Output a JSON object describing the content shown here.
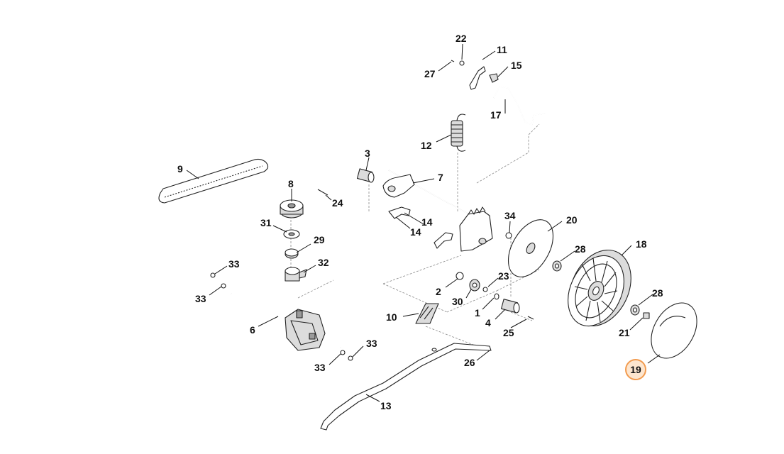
{
  "diagram": {
    "highlighted_part": "19",
    "highlight_color": "#f29b4f",
    "highlight_fill": "#fde6cf",
    "parts": [
      {
        "number": "1"
      },
      {
        "number": "2"
      },
      {
        "number": "3"
      },
      {
        "number": "4"
      },
      {
        "number": "6"
      },
      {
        "number": "7"
      },
      {
        "number": "8"
      },
      {
        "number": "9"
      },
      {
        "number": "10"
      },
      {
        "number": "11"
      },
      {
        "number": "12"
      },
      {
        "number": "13"
      },
      {
        "number": "14"
      },
      {
        "number": "14"
      },
      {
        "number": "15"
      },
      {
        "number": "17"
      },
      {
        "number": "18"
      },
      {
        "number": "19"
      },
      {
        "number": "20"
      },
      {
        "number": "21"
      },
      {
        "number": "22"
      },
      {
        "number": "23"
      },
      {
        "number": "24"
      },
      {
        "number": "25"
      },
      {
        "number": "26"
      },
      {
        "number": "27"
      },
      {
        "number": "28"
      },
      {
        "number": "28"
      },
      {
        "number": "29"
      },
      {
        "number": "30"
      },
      {
        "number": "31"
      },
      {
        "number": "32"
      },
      {
        "number": "33"
      },
      {
        "number": "33"
      },
      {
        "number": "33"
      },
      {
        "number": "33"
      },
      {
        "number": "34"
      }
    ]
  }
}
